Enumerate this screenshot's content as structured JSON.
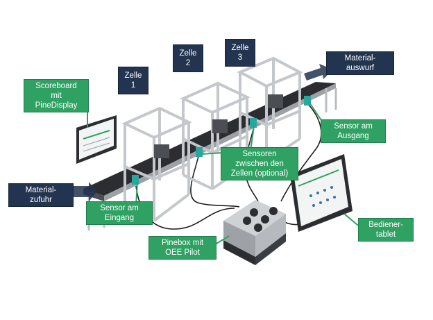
{
  "colors": {
    "navy": "#22344f",
    "green": "#2fa163",
    "frame": "#c4c7cb",
    "belt": "#2b2d31",
    "sensor": "#2aa6a0",
    "cable": "#1f1f1f"
  },
  "labels": {
    "zelle1": "Zelle\n1",
    "zelle2": "Zelle\n2",
    "zelle3": "Zelle\n3",
    "material_auswurf": "Material-\nauswurf",
    "material_zufuhr": "Material-\nzufuhr",
    "scoreboard": "Scoreboard\nmit\nPineDisplay",
    "sensor_ausgang": "Sensor am\nAusgang",
    "sensoren_zwischen": "Sensoren\nzwischen den\nZellen (optional)",
    "sensor_eingang": "Sensor am\nEingang",
    "pinebox": "Pinebox mit\nOEE Pilot",
    "bedienertablet": "Bediener-\ntablet"
  }
}
